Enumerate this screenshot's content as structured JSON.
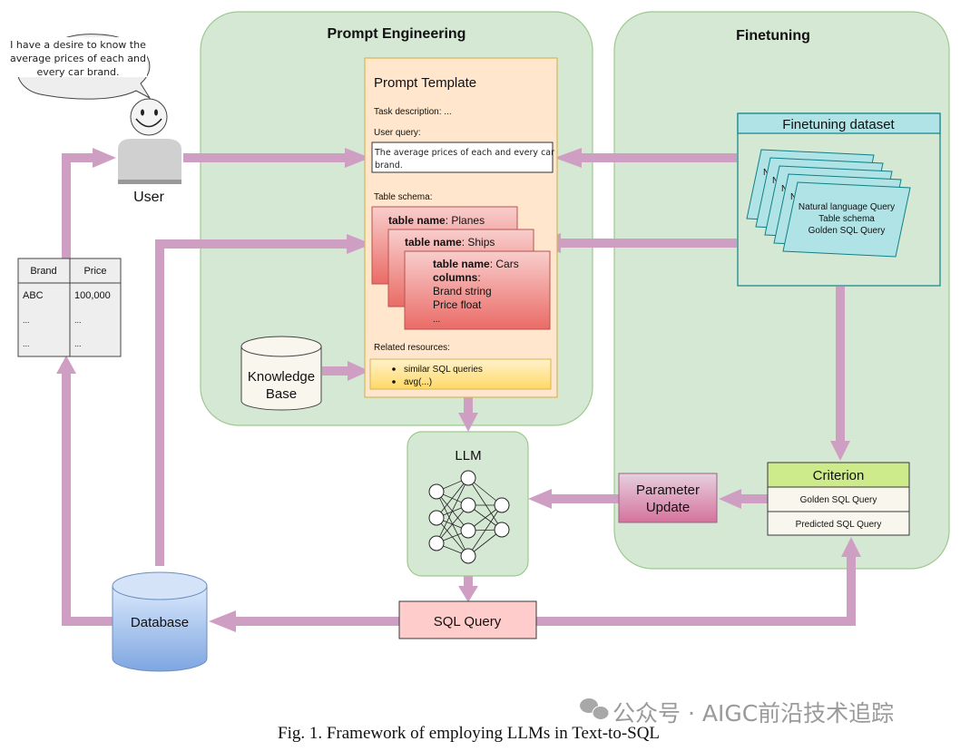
{
  "figure": {
    "caption": "Fig. 1.  Framework of employing LLMs in Text-to-SQL",
    "watermark": "公众号 · AIGC前沿技术追踪"
  },
  "user": {
    "speech": [
      "I have a desire to know the",
      "average prices of each and",
      "every car brand."
    ],
    "label": "User"
  },
  "result_table": {
    "headers": [
      "Brand",
      "Price"
    ],
    "rows": [
      [
        "ABC",
        "100,000"
      ],
      [
        "...",
        "..."
      ],
      [
        "...",
        "..."
      ]
    ]
  },
  "prompt_engineering": {
    "title": "Prompt Engineering",
    "template": {
      "title": "Prompt Template",
      "task_description": "Task description: ...",
      "user_query_label": "User query:",
      "user_query_lines": [
        "The average prices of each and every car",
        "brand."
      ],
      "table_schema_label": "Table schema:",
      "tables": [
        {
          "key": "table name",
          "value": ": Planes"
        },
        {
          "key": "table name",
          "value": ": Ships"
        },
        {
          "key": "table name",
          "value": ": Cars",
          "columns_label": "columns",
          "columns": [
            "Brand string",
            "Price float",
            "..."
          ]
        }
      ],
      "related_label": "Related resources:",
      "related_items": [
        "similar SQL queries",
        "avg(...)"
      ]
    },
    "knowledge_base": [
      "Knowledge",
      "Base"
    ]
  },
  "finetuning": {
    "title": "Finetuning",
    "dataset": {
      "title": "Finetuning dataset",
      "card_stub": "N",
      "card_lines": [
        "Natural language Query",
        "Table schema",
        "Golden SQL Query"
      ]
    },
    "criterion": {
      "title": "Criterion",
      "rows": [
        "Golden SQL Query",
        "Predicted SQL Query"
      ]
    },
    "parameter_update": [
      "Parameter",
      "Update"
    ]
  },
  "llm": {
    "label": "LLM"
  },
  "sql_query": {
    "label": "SQL Query"
  },
  "database": {
    "label": "Database"
  },
  "colors": {
    "arrow": "#cf9fc3",
    "group_fill": "#d5e8d4",
    "group_stroke": "#9dc98e",
    "template_fill": "#ffe6cc",
    "template_stroke": "#d6b656",
    "dataset_fill": "#b0e3e6",
    "dataset_stroke": "#0e8088",
    "criterion_head": "#cdeb8b",
    "criterion_row": "#f9f7ed",
    "sql_fill": "#ffcccc",
    "db_fill": "#9ebfe8"
  }
}
